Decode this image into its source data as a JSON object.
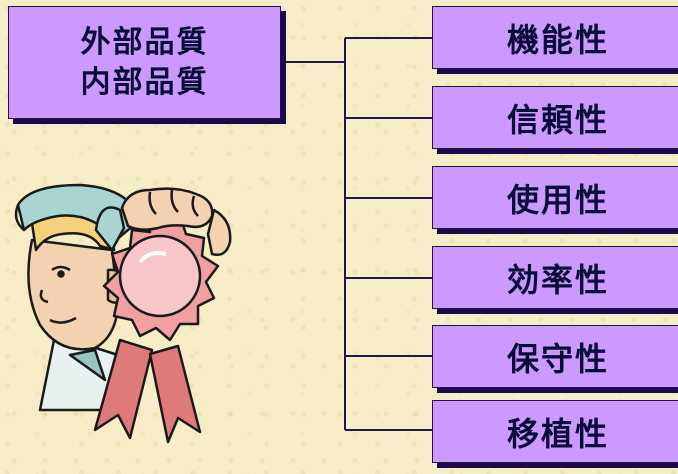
{
  "main_box": {
    "line1": "外部品質",
    "line2": "内部品質"
  },
  "properties": [
    {
      "label": "機能性"
    },
    {
      "label": "信頼性"
    },
    {
      "label": "使用性"
    },
    {
      "label": "効率性"
    },
    {
      "label": "保守性"
    },
    {
      "label": "移植性"
    }
  ],
  "colors": {
    "box_fill": "#cc99ff",
    "shadow": "#1a0a4a",
    "text": "#0c0c3a",
    "background": "#f7ecc8",
    "connector": "#1a1a4a"
  },
  "clipart": {
    "icon": "man-holding-award-ribbon-icon"
  }
}
